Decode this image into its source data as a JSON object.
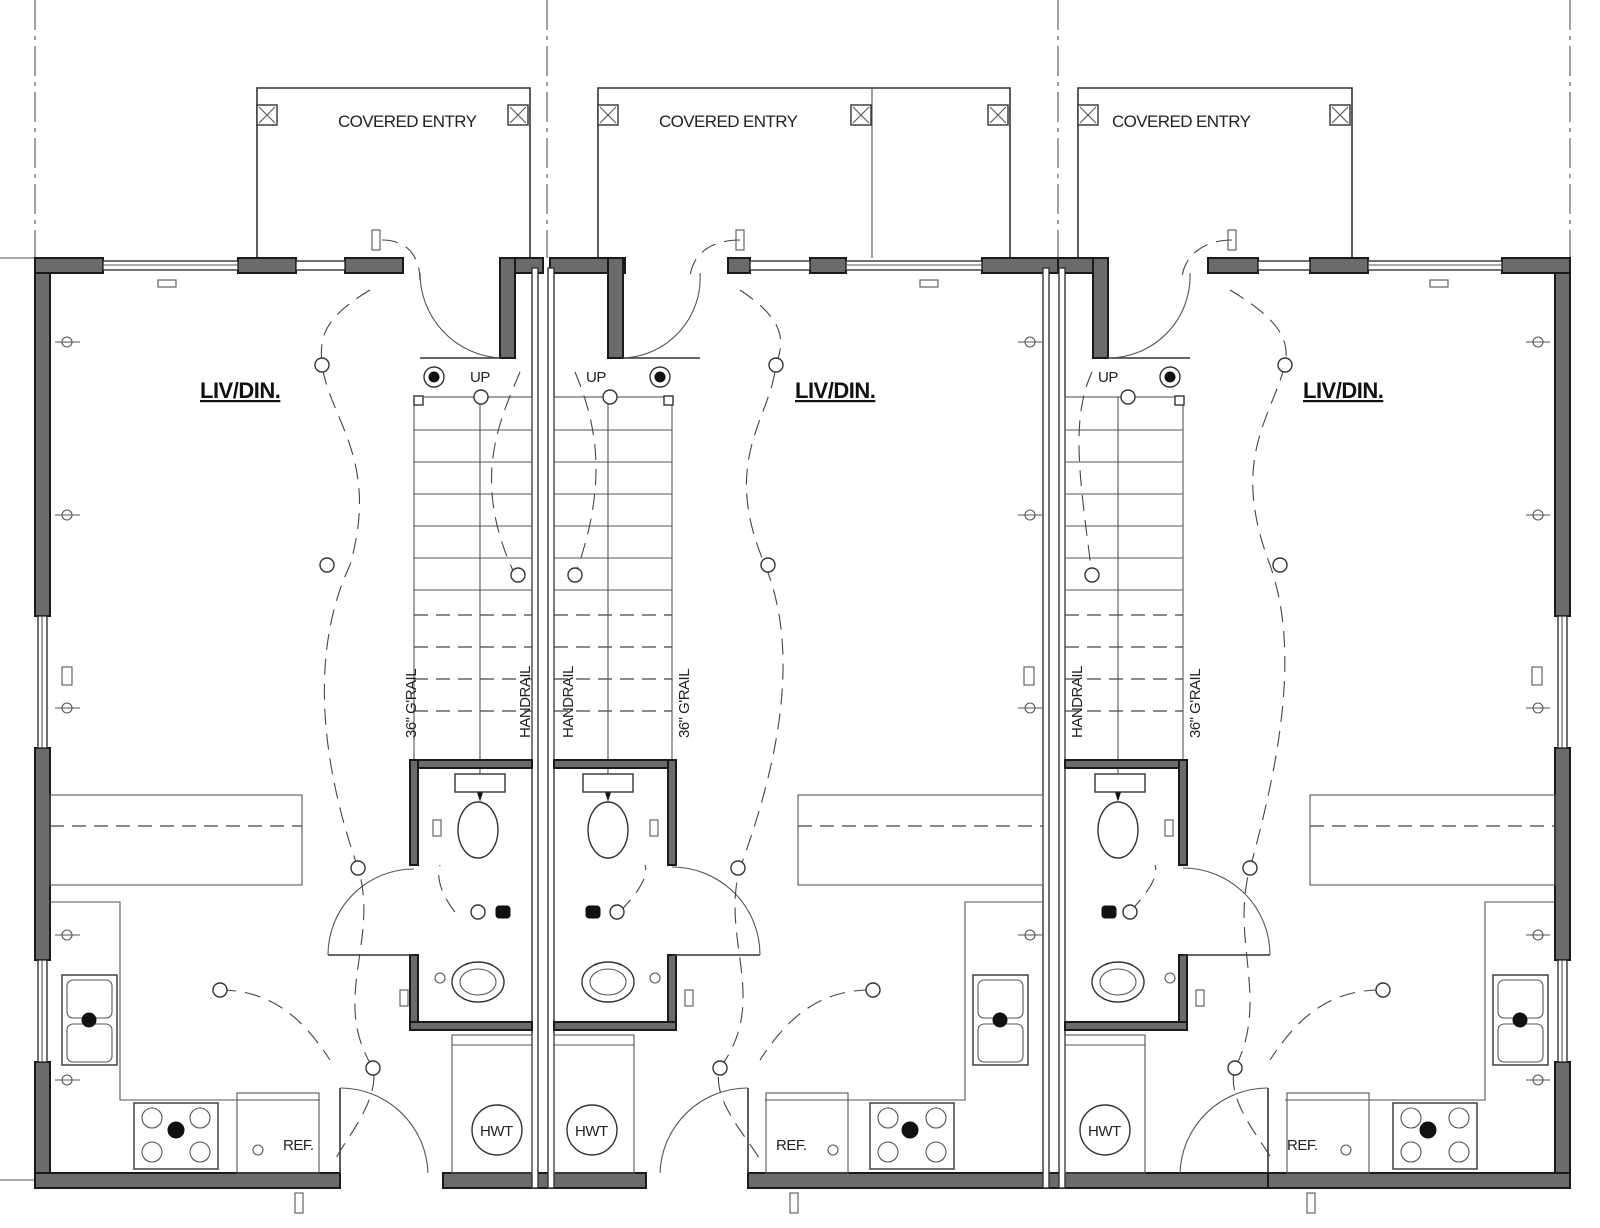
{
  "units": [
    {
      "covered_entry": "COVERED ENTRY",
      "room": "LIV/DIN.",
      "stair_up": "UP",
      "guardrail": "36\" G'RAIL",
      "handrail": "HANDRAIL",
      "water_heater": "HWT",
      "fridge": "REF."
    },
    {
      "covered_entry": "COVERED ENTRY",
      "room": "LIV/DIN.",
      "stair_up": "UP",
      "guardrail": "36\" G'RAIL",
      "handrail": "HANDRAIL",
      "water_heater": "HWT",
      "fridge": "REF."
    },
    {
      "covered_entry": "COVERED ENTRY",
      "room": "LIV/DIN.",
      "stair_up": "UP",
      "guardrail": "36\" G'RAIL",
      "handrail": "HANDRAIL",
      "water_heater": "HWT",
      "fridge": "REF."
    }
  ]
}
